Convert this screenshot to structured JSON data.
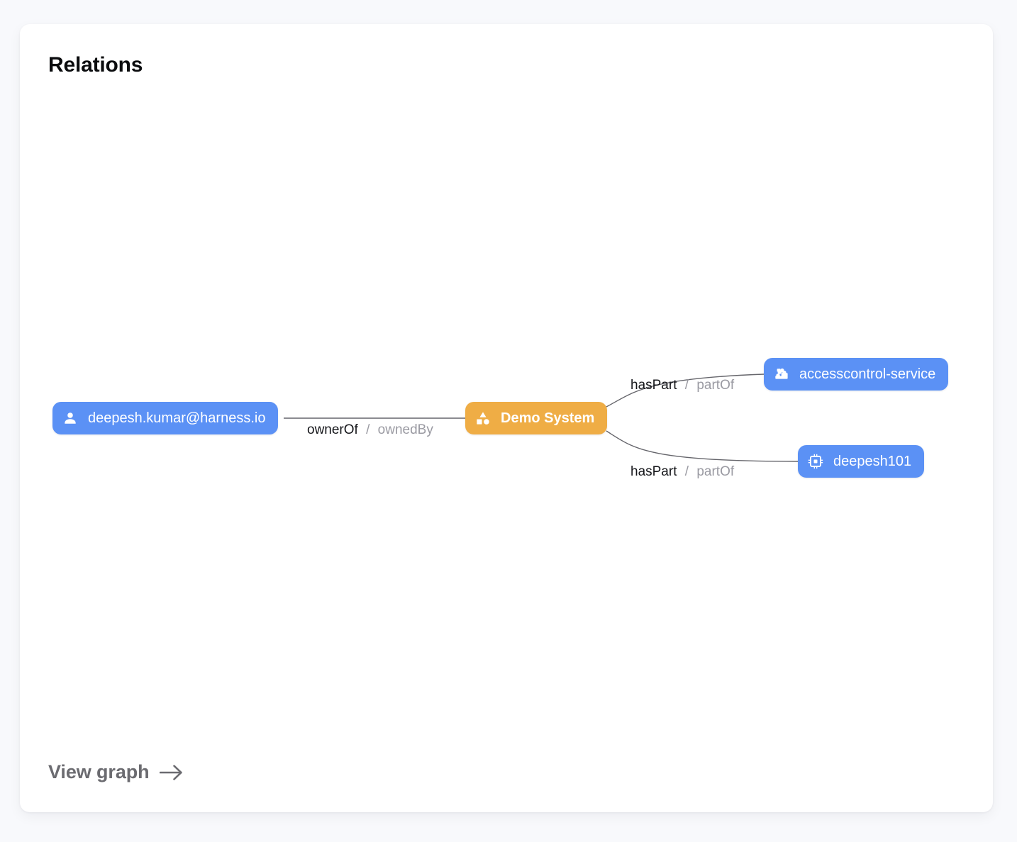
{
  "card": {
    "title": "Relations",
    "footer_link": {
      "label": "View graph",
      "icon": "arrow-right-icon"
    }
  },
  "graph": {
    "nodes": [
      {
        "id": "user",
        "label": "deepesh.kumar@harness.io",
        "icon": "person-icon",
        "kind": "User",
        "color": "#5b91f5",
        "text_color": "#ffffff",
        "bold": false
      },
      {
        "id": "system",
        "label": "Demo System",
        "icon": "category-icon",
        "kind": "System",
        "color": "#efad45",
        "text_color": "#ffffff",
        "bold": true
      },
      {
        "id": "component",
        "label": "accesscontrol-service",
        "icon": "puzzle-piece-icon",
        "kind": "Component",
        "color": "#5b91f5",
        "text_color": "#ffffff",
        "bold": false
      },
      {
        "id": "resource",
        "label": "deepesh101",
        "icon": "memory-chip-icon",
        "kind": "Resource",
        "color": "#5b91f5",
        "text_color": "#ffffff",
        "bold": false
      }
    ],
    "edges": [
      {
        "id": "edge-owner",
        "from": "user",
        "to": "system",
        "forward": "ownerOf",
        "separator": "/",
        "reverse": "ownedBy"
      },
      {
        "id": "edge-haspart-component",
        "from": "system",
        "to": "component",
        "forward": "hasPart",
        "separator": "/",
        "reverse": "partOf"
      },
      {
        "id": "edge-haspart-resource",
        "from": "system",
        "to": "resource",
        "forward": "hasPart",
        "separator": "/",
        "reverse": "partOf"
      }
    ],
    "edge_color": "#65656b"
  }
}
